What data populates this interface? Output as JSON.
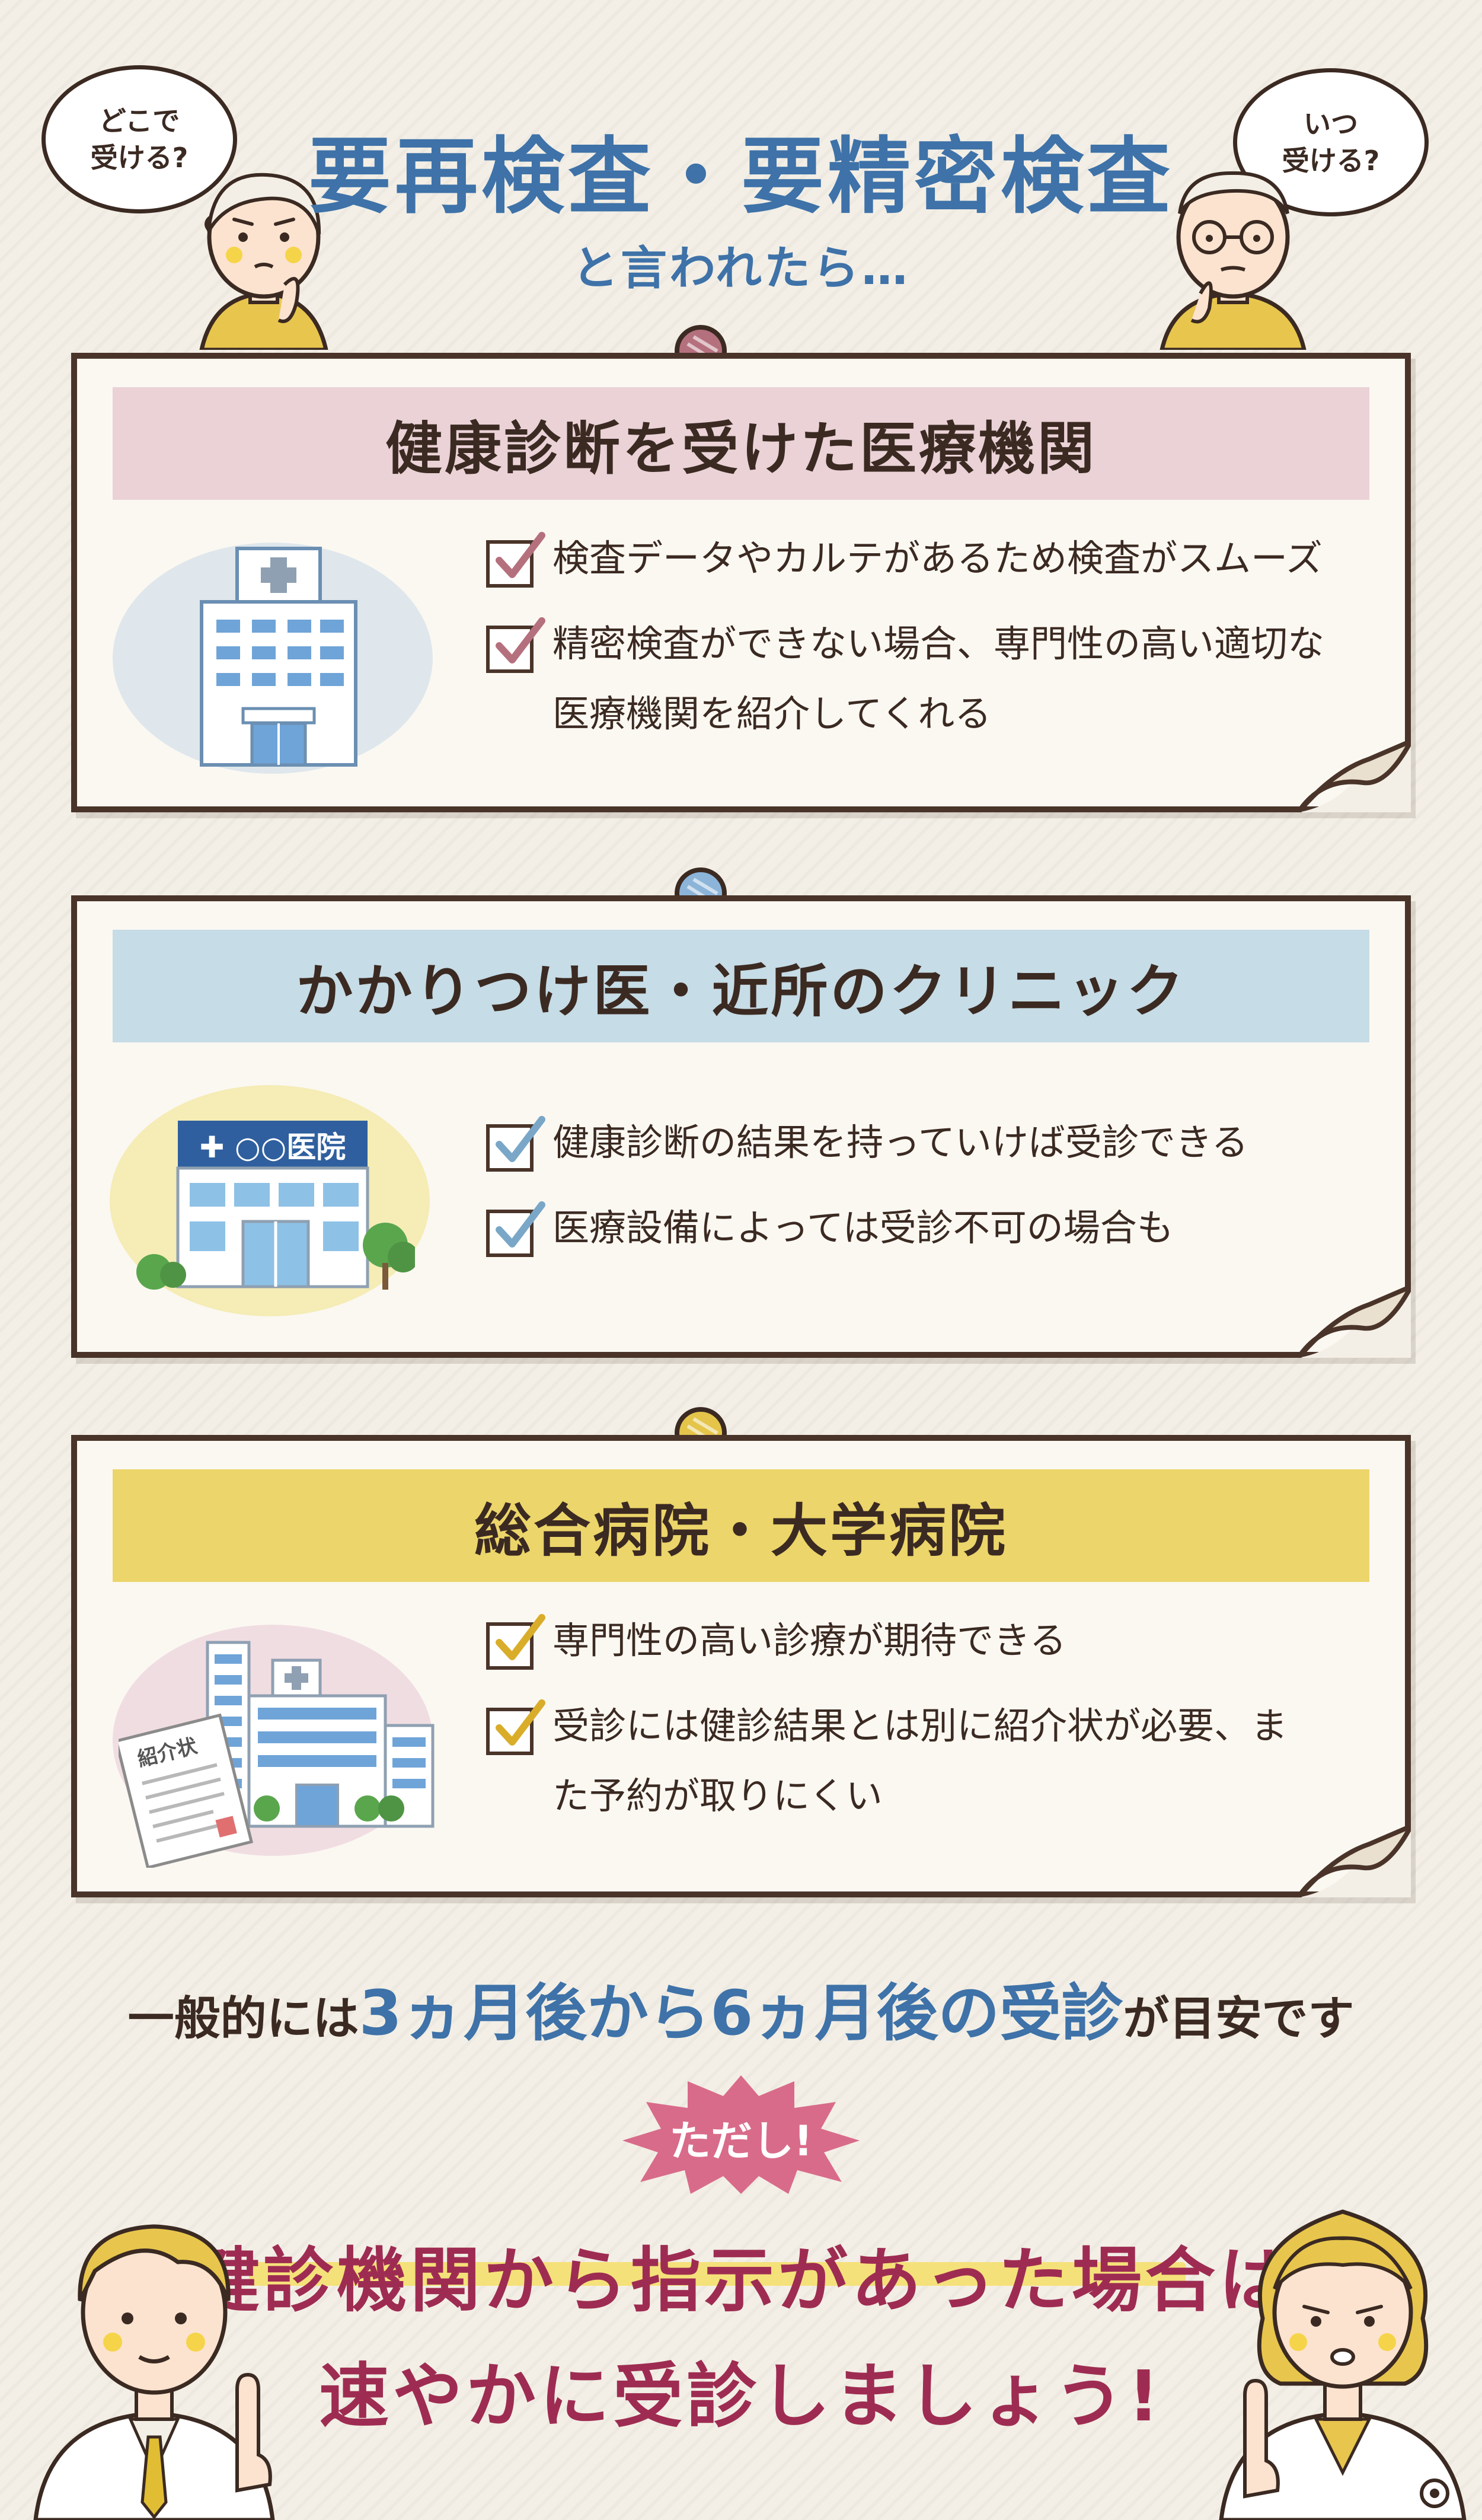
{
  "header": {
    "title": "要再検査・要精密検査",
    "subtitle": "と言われたら…",
    "bubble_left": [
      "どこで",
      "受ける?"
    ],
    "bubble_right": [
      "いつ",
      "受ける?"
    ]
  },
  "cards": [
    {
      "heading": "健康診断を受けた医療機関",
      "band_color": "#ead2d7",
      "check_color": "#b5707e",
      "items": [
        "検査データやカルテがあるため検査がスムーズ",
        "精密検査ができない場合、専門性の高い適切な医療機関を紹介してくれる"
      ]
    },
    {
      "heading": "かかりつけ医・近所のクリニック",
      "band_color": "#c6dce6",
      "check_color": "#7aa7c7",
      "illustration_sign": "✚ ○○医院",
      "items": [
        "健康診断の結果を持っていけば受診できる",
        "医療設備によっては受診不可の場合も"
      ]
    },
    {
      "heading": "総合病院・大学病院",
      "band_color": "#ecd56a",
      "check_color": "#d9ad2a",
      "illustration_doc": "紹介状",
      "items": [
        "専門性の高い診療が期待できる",
        "受診には健診結果とは別に紹介状が必要、また予約が取りにくい"
      ]
    }
  ],
  "guide": {
    "prefix": "一般的には",
    "highlight": "3ヵ月後から6ヵ月後の受診",
    "suffix": "が目安です"
  },
  "note": {
    "burst": "ただし!",
    "line1": "健診機関から指示があった場合は",
    "line2": "速やかに受診しましょう!"
  },
  "colors": {
    "title_blue": "#3e72a8",
    "final_magenta": "#9e2c52",
    "card_border": "#4a3429"
  }
}
